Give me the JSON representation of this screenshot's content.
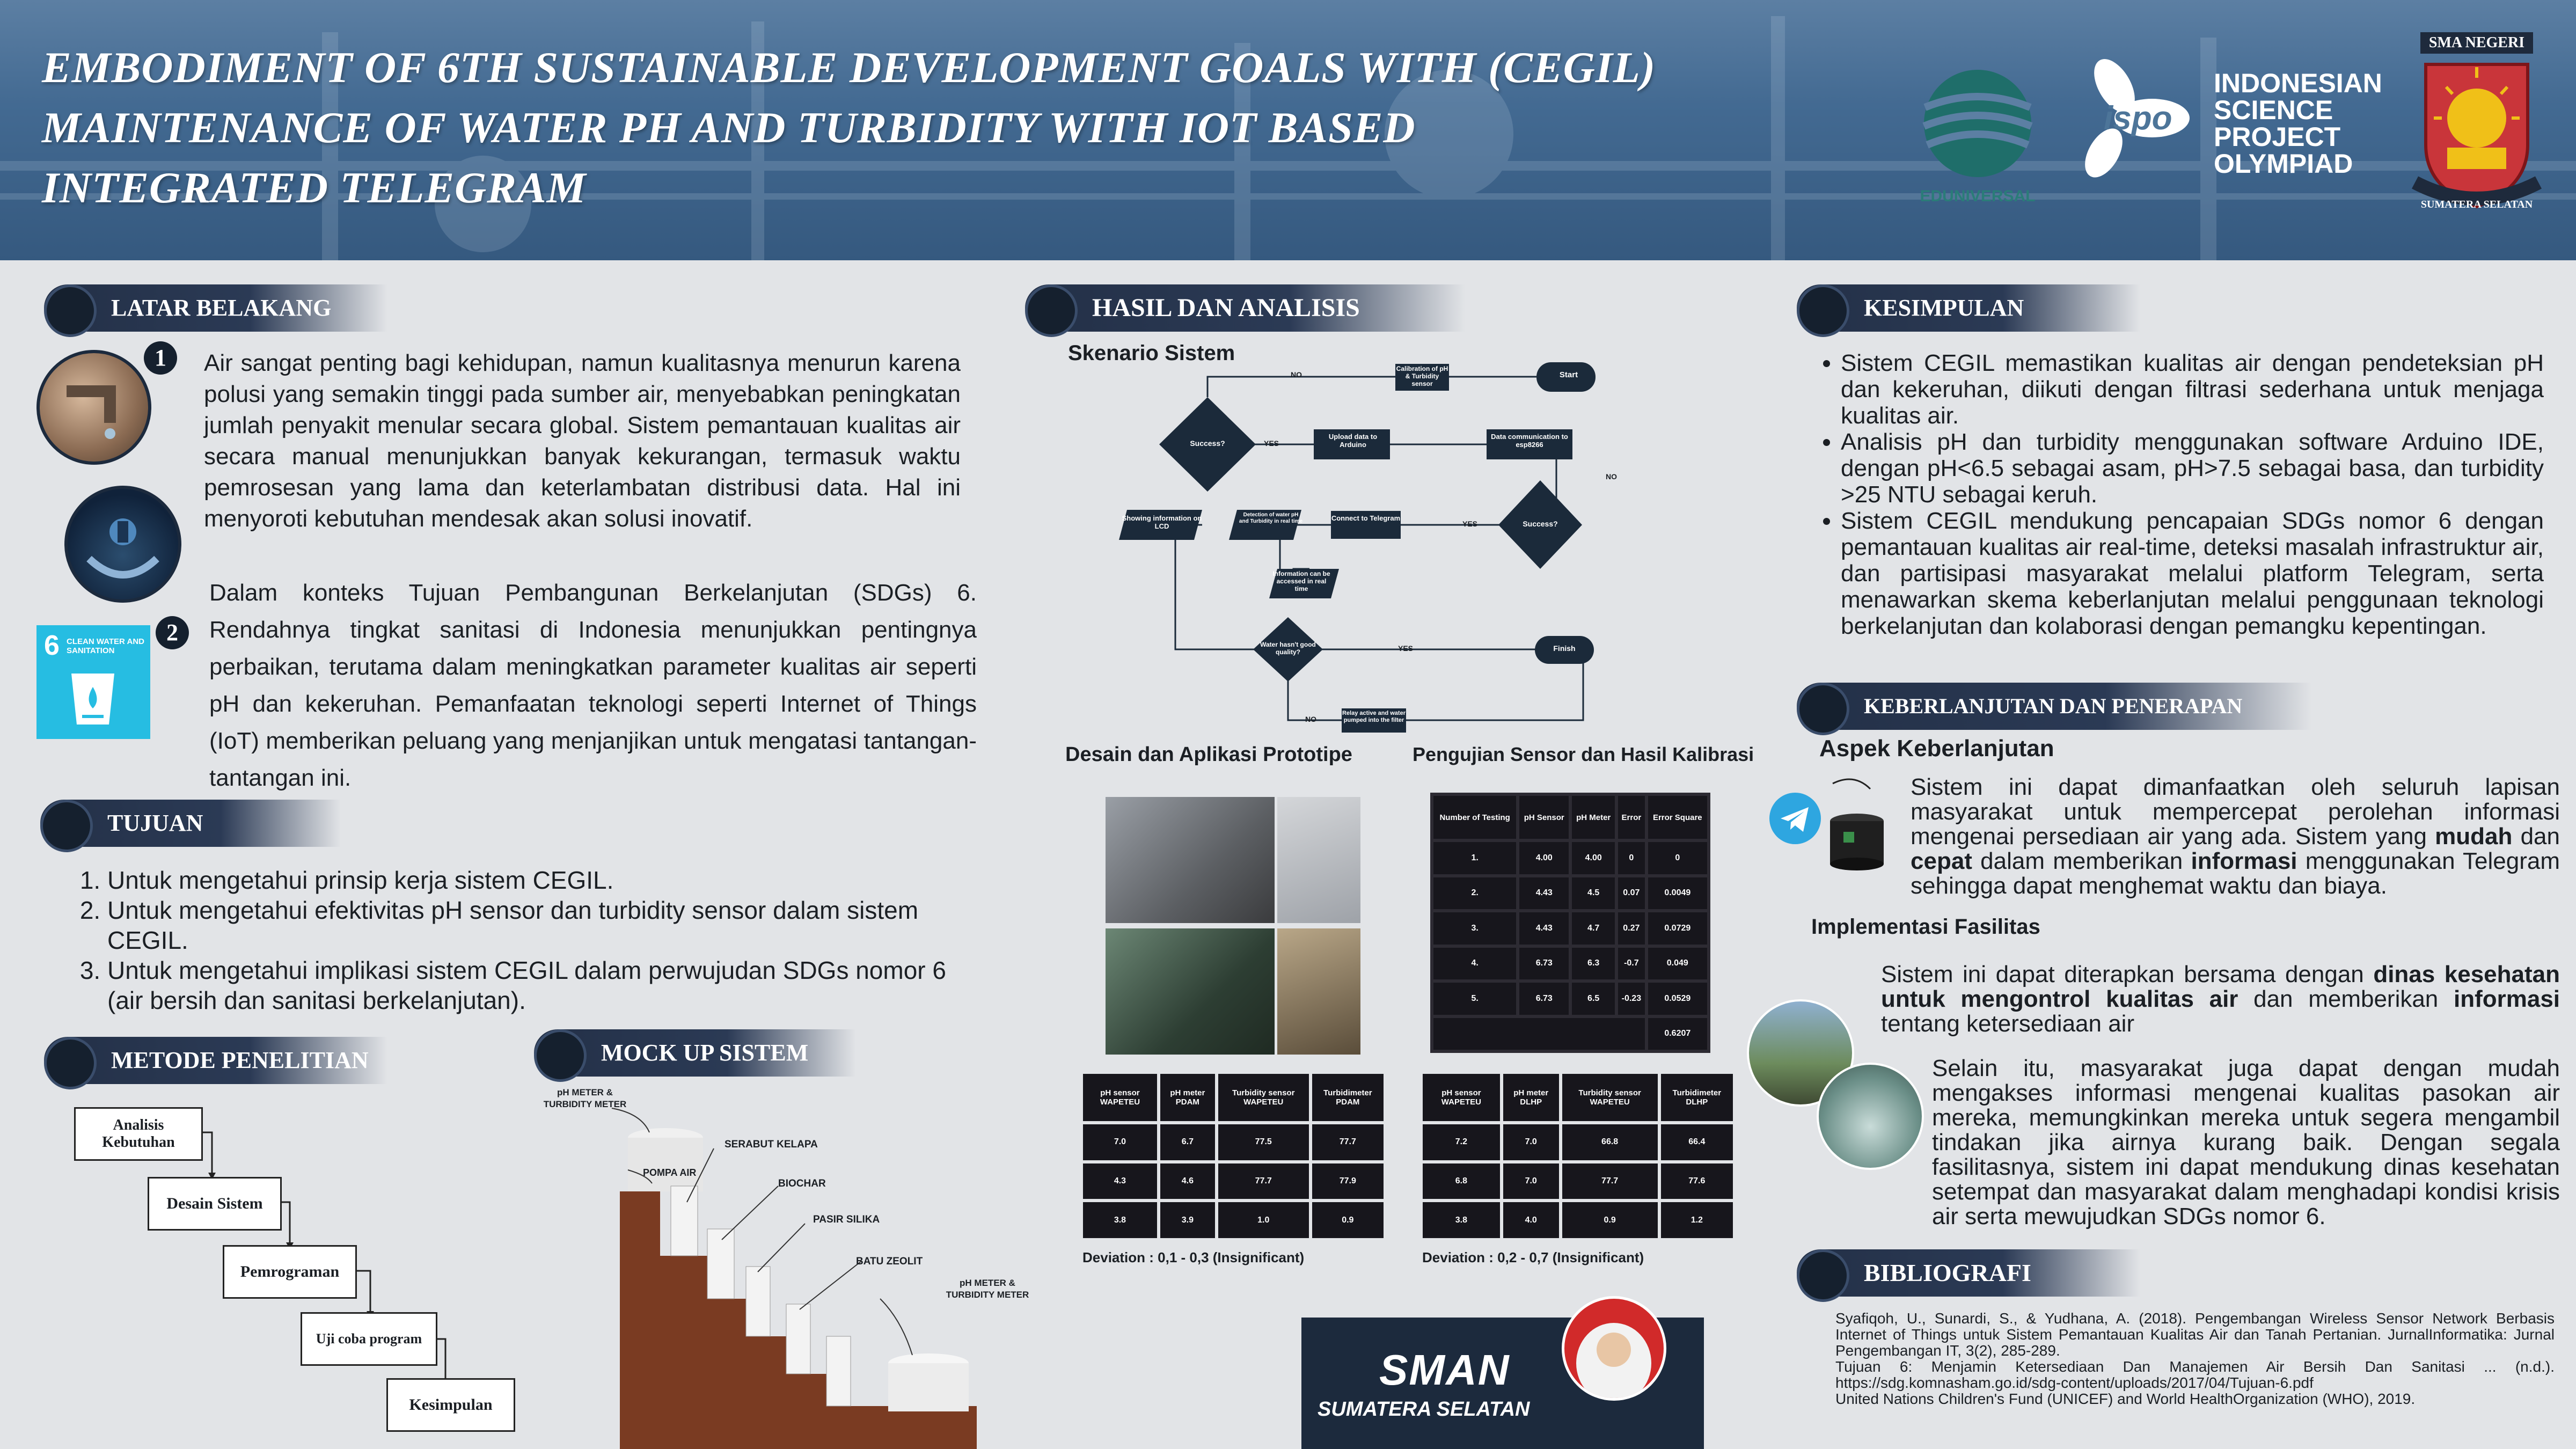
{
  "header": {
    "title_line1": "EMBODIMENT OF 6TH SUSTAINABLE DEVELOPMENT GOALS WITH (CEGIL)",
    "title_line2": "MAINTENANCE OF WATER PH AND TURBIDITY WITH IOT BASED",
    "title_line3": "INTEGRATED TELEGRAM",
    "logo1_text": "EDUNIVERSAL",
    "logo2_text": "INDONESIAN SCIENCE PROJECT OLYMPIAD",
    "logo2_mark": "ispo",
    "logo3_top": "SMA NEGERI",
    "logo3_bottom": "SUMATERA SELATAN"
  },
  "latar": {
    "heading": "LATAR BELAKANG",
    "num1": "1",
    "p1": "Air sangat penting bagi kehidupan, namun kualitasnya menurun karena polusi yang semakin tinggi pada sumber air, menyebabkan peningkatan jumlah penyakit menular secara global. Sistem pemantauan kualitas air secara manual menunjukkan banyak kekurangan, termasuk waktu pemrosesan yang lama dan keterlambatan distribusi data. Hal ini menyoroti kebutuhan mendesak akan solusi inovatif.",
    "num2": "2",
    "p2": "Dalam konteks Tujuan Pembangunan Berkelanjutan (SDGs) 6. Rendahnya tingkat sanitasi di Indonesia menunjukkan pentingnya perbaikan, terutama dalam meningkatkan parameter kualitas air seperti pH dan kekeruhan. Pemanfaatan teknologi seperti Internet of Things (IoT) memberikan peluang yang menjanjikan untuk mengatasi tantangan-tantangan ini.",
    "sdg_num": "6",
    "sdg_text": "CLEAN WATER AND SANITATION",
    "sdg_color": "#26bde2"
  },
  "tujuan": {
    "heading": "TUJUAN",
    "items": [
      "Untuk mengetahui prinsip kerja sistem CEGIL.",
      "Untuk mengetahui efektivitas pH sensor dan turbidity sensor dalam sistem CEGIL.",
      "Untuk mengetahui implikasi sistem CEGIL dalam perwujudan SDGs nomor 6 (air bersih dan sanitasi berkelanjutan)."
    ]
  },
  "metode": {
    "heading": "METODE PENELITIAN",
    "steps": [
      "Analisis Kebutuhan",
      "Desain Sistem",
      "Pemrograman",
      "Uji coba program",
      "Kesimpulan"
    ]
  },
  "mockup": {
    "heading": "MOCK UP SISTEM",
    "labels": {
      "ph_top": "pH METER & TURBIDITY METER",
      "pompa": "POMPA AIR",
      "serabut": "SERABUT KELAPA",
      "biochar": "BIOCHAR",
      "pasir": "PASIR SILIKA",
      "zeolit": "BATU ZEOLIT",
      "ph_bottom": "pH METER & TURBIDITY METER"
    }
  },
  "hasil": {
    "heading": "HASIL DAN ANALISIS",
    "skenario": "Skenario Sistem",
    "flow": {
      "start": "Start",
      "calib": "Calibration of pH & Turbidity sensor",
      "success1": "Success?",
      "upload": "Upload data to Arduino",
      "datacomm": "Data communication to esp8266",
      "success2": "Success?",
      "connect": "Connect to Telegram",
      "detect": "Detection of water pH and Turbidity in real time",
      "showing": "Showing information on LCD",
      "info": "Information can be accessed in real time",
      "water": "Water hasn't good quality?",
      "finish": "Finish",
      "relay": "Relay active and water pumped into the filter",
      "no": "NO",
      "yes": "YES"
    },
    "desain_title": "Desain dan Aplikasi Prototipe",
    "pengujian_title": "Pengujian Sensor dan Hasil Kalibrasi",
    "calib_table": {
      "headers": [
        "Number of Testing",
        "pH Sensor",
        "pH Meter",
        "Error",
        "Error Square"
      ],
      "rows": [
        [
          "1.",
          "4.00",
          "4.00",
          "0",
          "0"
        ],
        [
          "2.",
          "4.43",
          "4.5",
          "0.07",
          "0.0049"
        ],
        [
          "3.",
          "4.43",
          "4.7",
          "0.27",
          "0.0729"
        ],
        [
          "4.",
          "6.73",
          "6.3",
          "-0.7",
          "0.049"
        ],
        [
          "5.",
          "6.73",
          "6.5",
          "-0.23",
          "0.0529"
        ]
      ],
      "total": "0.6207"
    },
    "table_a": {
      "headers": [
        "pH sensor WAPETEU",
        "pH meter PDAM",
        "Turbidity sensor WAPETEU",
        "Turbidimeter PDAM"
      ],
      "rows": [
        [
          "7.0",
          "6.7",
          "77.5",
          "77.7"
        ],
        [
          "4.3",
          "4.6",
          "77.7",
          "77.9"
        ],
        [
          "3.8",
          "3.9",
          "1.0",
          "0.9"
        ]
      ],
      "deviation": "Deviation : 0,1 - 0,3 (Insignificant)"
    },
    "table_b": {
      "headers": [
        "pH sensor WAPETEU",
        "pH meter DLHP",
        "Turbidity sensor WAPETEU",
        "Turbidimeter DLHP"
      ],
      "rows": [
        [
          "7.2",
          "7.0",
          "66.8",
          "66.4"
        ],
        [
          "6.8",
          "7.0",
          "77.7",
          "77.6"
        ],
        [
          "3.8",
          "4.0",
          "0.9",
          "1.2"
        ]
      ],
      "deviation": "Deviation : 0,2 - 0,7 (Insignificant)"
    }
  },
  "school": {
    "name": "SMAN",
    "region": "SUMATERA SELATAN"
  },
  "kesimpulan": {
    "heading": "KESIMPULAN",
    "items": [
      "Sistem CEGIL memastikan kualitas air dengan pendeteksian pH dan kekeruhan, diikuti dengan filtrasi sederhana untuk menjaga kualitas air.",
      "Analisis pH dan turbidity menggunakan software Arduino IDE, dengan pH<6.5 sebagai asam, pH>7.5 sebagai basa, dan turbidity >25 NTU sebagai keruh.",
      "Sistem CEGIL mendukung pencapaian SDGs nomor 6 dengan pemantauan kualitas air real-time, deteksi masalah infrastruktur air, dan partisipasi masyarakat melalui platform Telegram, serta menawarkan skema keberlanjutan melalui penggunaan teknologi berkelanjutan dan kolaborasi dengan pemangku kepentingan."
    ]
  },
  "keberlanjutan": {
    "heading": "KEBERLANJUTAN DAN PENERAPAN",
    "aspek_title": "Aspek Keberlanjutan",
    "aspek_a": "Sistem ini dapat dimanfaatkan oleh seluruh lapisan masyarakat untuk mempercepat perolehan informasi mengenai persediaan air yang ada. Sistem yang ",
    "aspek_b1": "mudah",
    "aspek_c": " dan ",
    "aspek_b2": "cepat",
    "aspek_d": " dalam memberikan ",
    "aspek_b3": "informasi",
    "aspek_e": " menggunakan Telegram sehingga dapat menghemat waktu dan biaya.",
    "impl_title": "Implementasi Fasilitas",
    "impl1_a": "Sistem ini dapat diterapkan bersama dengan ",
    "impl1_b1": "dinas kesehatan untuk mengontrol kualitas air",
    "impl1_c": " dan memberikan ",
    "impl1_b2": "informasi",
    "impl1_d": " tentang ketersediaan air",
    "impl2": "Selain itu, masyarakat juga dapat dengan mudah mengakses informasi mengenai kualitas pasokan air mereka, memungkinkan mereka untuk segera mengambil tindakan jika airnya kurang baik. Dengan segala fasilitasnya, sistem ini dapat mendukung dinas kesehatan setempat dan masyarakat dalam menghadapi kondisi krisis air serta mewujudkan SDGs nomor 6."
  },
  "bibliografi": {
    "heading": "BIBLIOGRAFI",
    "refs": [
      "Syafiqoh, U., Sunardi, S., & Yudhana, A. (2018). Pengembangan Wireless Sensor Network Berbasis Internet of Things untuk Sistem Pemantauan Kualitas Air dan Tanah Pertanian. JurnalInformatika: Jurnal Pengembangan IT, 3(2), 285-289.",
      "Tujuan 6: Menjamin Ketersediaan Dan Manajemen Air Bersih Dan Sanitasi ... (n.d.). https://sdg.komnasham.go.id/sdg-content/uploads/2017/04/Tujuan-6.pdf",
      "United Nations Children's Fund (UNICEF) and World HealthOrganization (WHO), 2019."
    ]
  }
}
